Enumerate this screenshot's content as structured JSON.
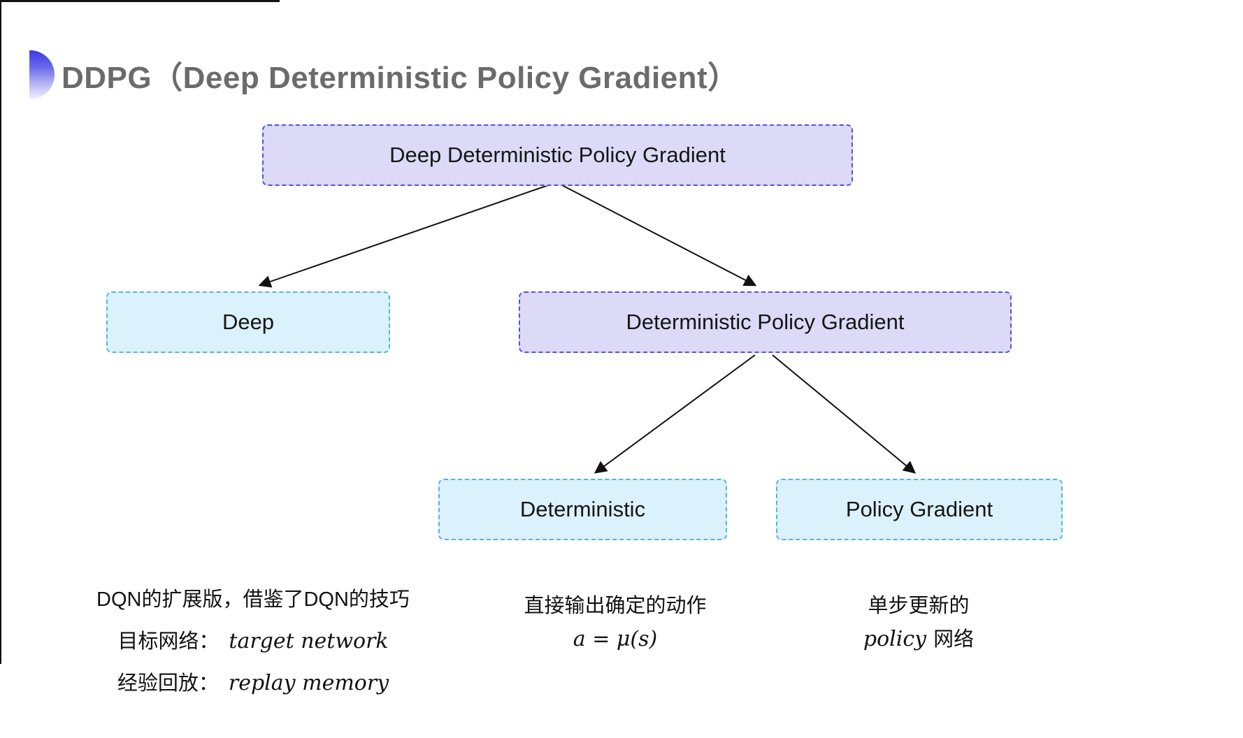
{
  "title": "DDPG（Deep Deterministic Policy Gradient）",
  "tree": {
    "root": "Deep Deterministic Policy Gradient",
    "level2": [
      {
        "label": "Deep"
      },
      {
        "label": "Deterministic Policy Gradient"
      }
    ],
    "level3": [
      {
        "label": "Deterministic"
      },
      {
        "label": "Policy Gradient"
      }
    ]
  },
  "notes": {
    "deep": {
      "line1": "DQN的扩展版，借鉴了DQN的技巧",
      "target_label": "目标网络：",
      "target_value": "target network",
      "replay_label": "经验回放：",
      "replay_value": "replay memory"
    },
    "deterministic": {
      "line1": "直接输出确定的动作",
      "formula": "a = μ(s)"
    },
    "policy_gradient": {
      "line1": "单步更新的",
      "word_italic": "policy",
      "word_rest": "网络"
    }
  },
  "colors": {
    "purple_fill": "#dcdaf7",
    "purple_border": "#5252de",
    "cyan_fill": "#dbf1fb",
    "cyan_border": "#58b1e6",
    "arrow": "#111111",
    "title_gray": "#6b6b6b",
    "icon_blue": "#3b3be0"
  }
}
